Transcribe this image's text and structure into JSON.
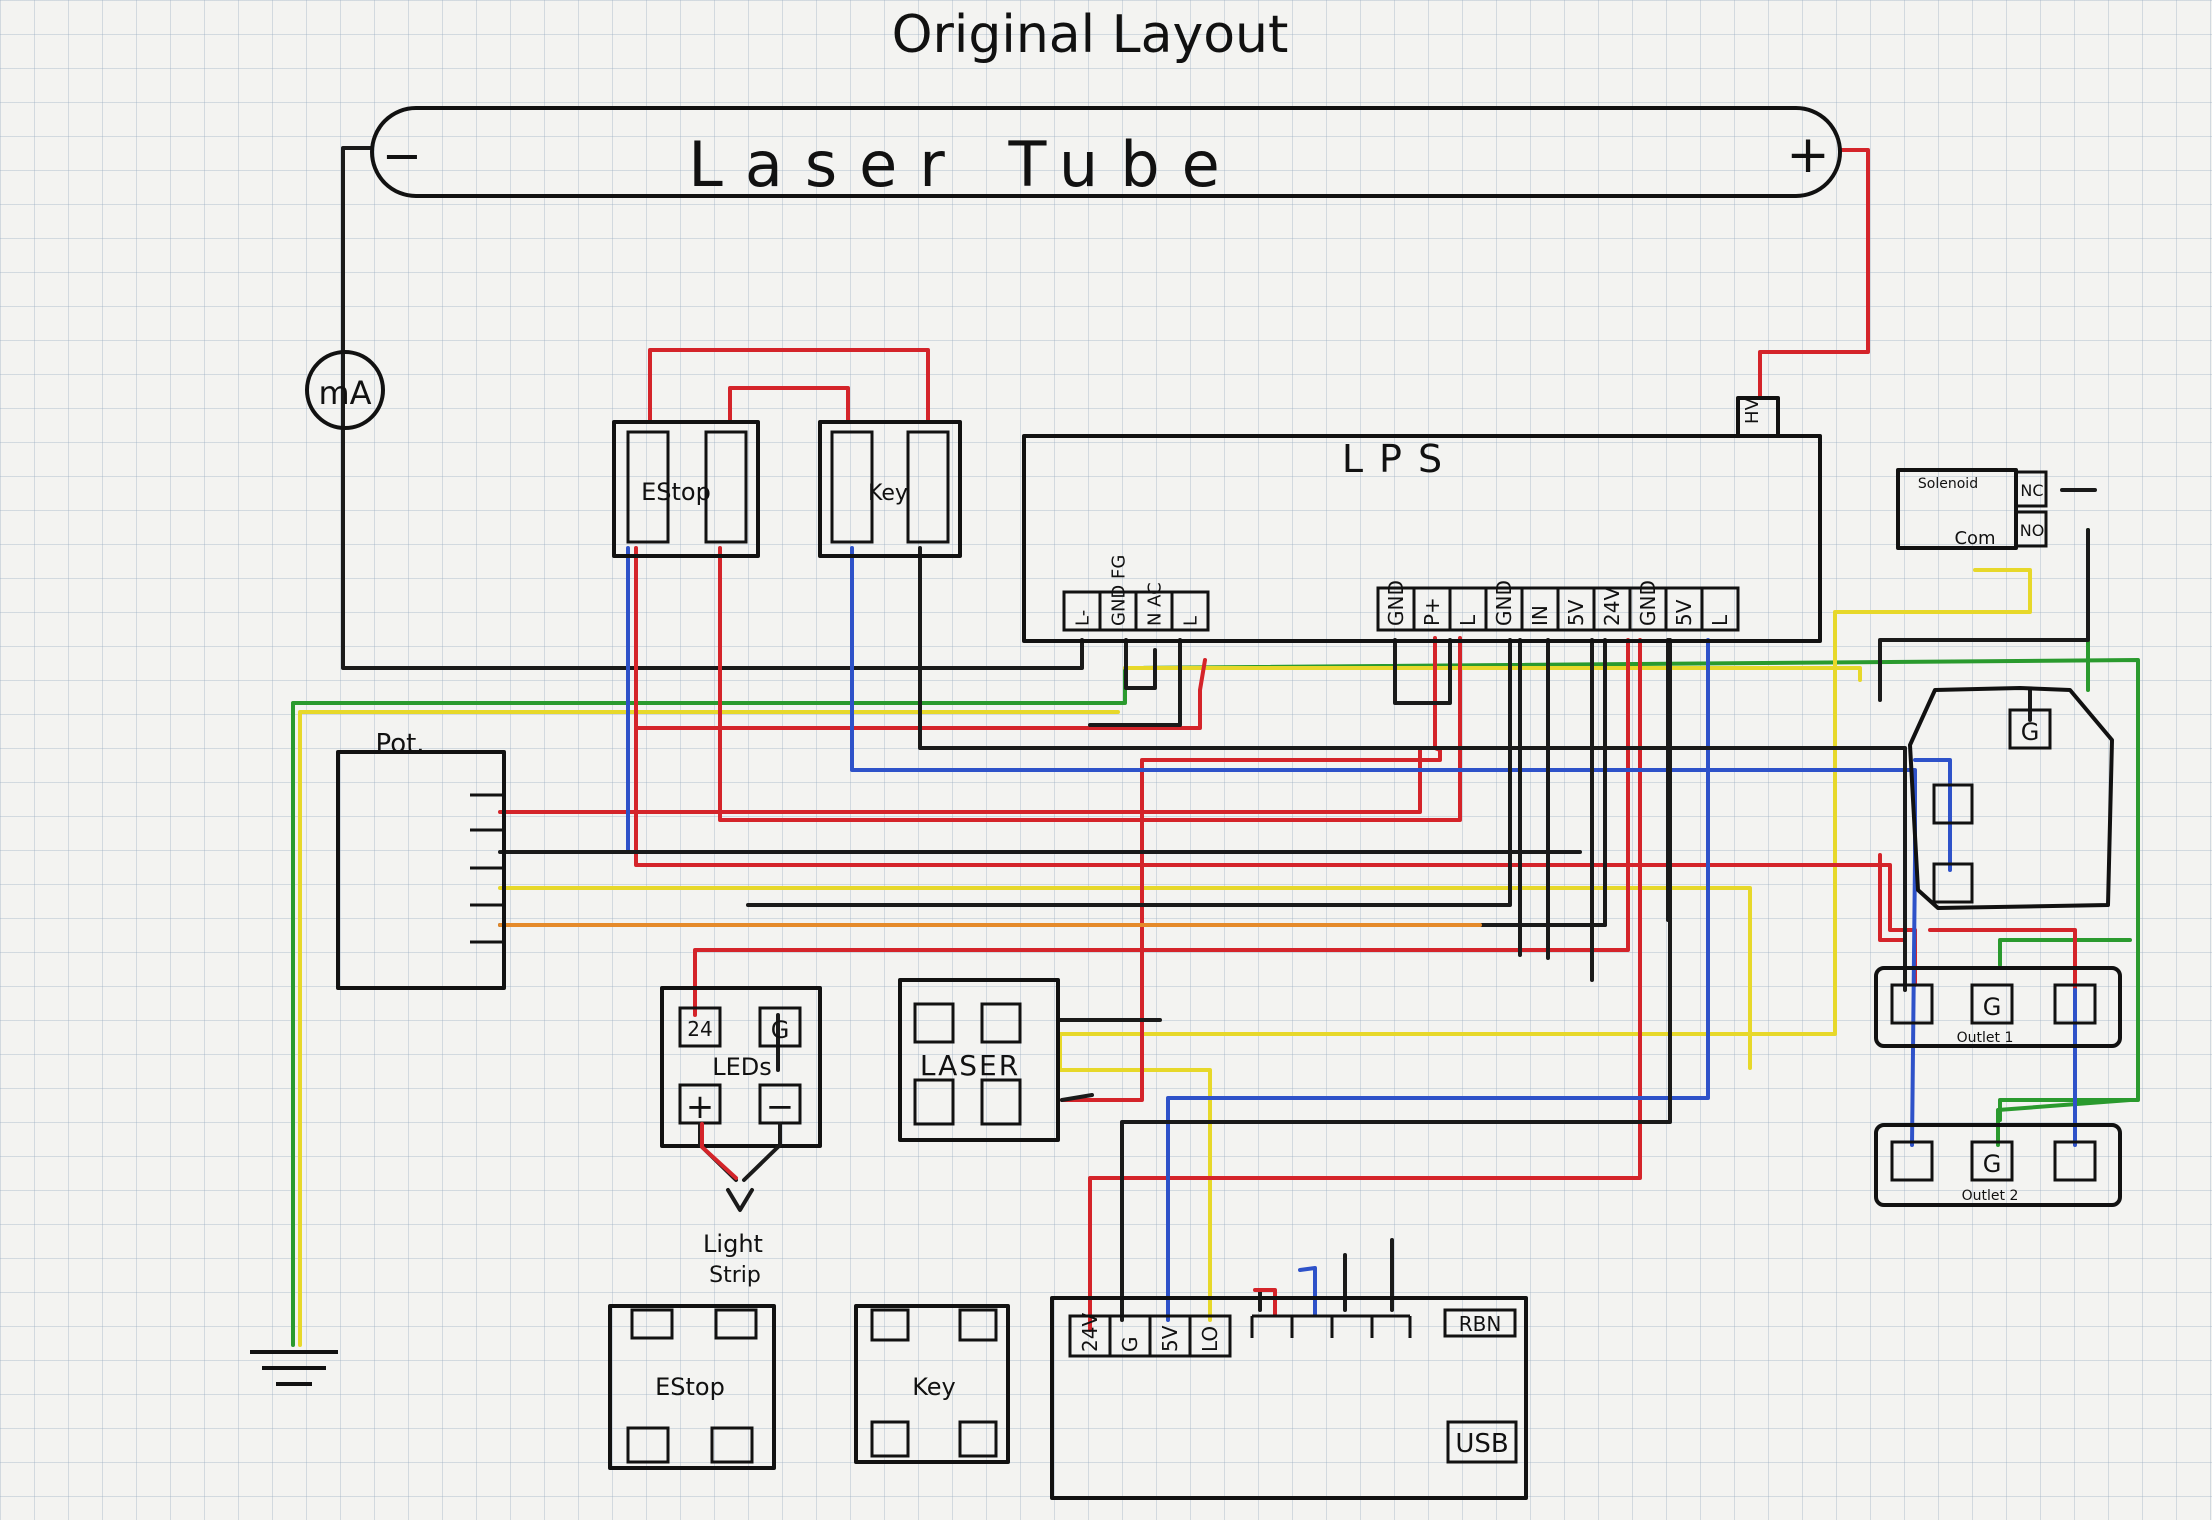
{
  "title": "Original Layout",
  "laser_tube": {
    "label": "Laser Tube",
    "minus": "−",
    "plus": "+"
  },
  "ammeter": {
    "label": "mA"
  },
  "lps": {
    "label": "LPS",
    "hv": "HV",
    "left_terminals": [
      "L-",
      "GND FG",
      "N AC",
      "L"
    ],
    "right_terminals": [
      "GND",
      "P+",
      "L",
      "GND",
      "IN",
      "5V",
      "24V",
      "GND",
      "5V",
      "L"
    ]
  },
  "estop_top": {
    "label": "EStop"
  },
  "key_top": {
    "label": "Key"
  },
  "pot": {
    "label": "Pot."
  },
  "solenoid": {
    "label": "Solenoid",
    "nc": "NC",
    "no": "NO",
    "com": "Com"
  },
  "plug": {
    "g": "G"
  },
  "outlet1": {
    "label": "Outlet 1",
    "g": "G"
  },
  "outlet2": {
    "label": "Outlet 2",
    "g": "G"
  },
  "leds": {
    "label": "LEDs",
    "v24": "24",
    "g": "G",
    "plus": "+",
    "minus": "−"
  },
  "light_strip": {
    "line1": "Light",
    "line2": "Strip"
  },
  "laser": {
    "label": "LASER"
  },
  "estop_bottom": {
    "label": "EStop"
  },
  "key_bottom": {
    "label": "Key"
  },
  "controller": {
    "terminals": [
      "24V",
      "G",
      "5V",
      "LO"
    ],
    "rbn": "RBN",
    "usb": "USB"
  },
  "colors": {
    "red": "#d4242a",
    "blue": "#2e52c9",
    "yellow": "#e7d82a",
    "green": "#2a9a2e",
    "black": "#1a1a1a",
    "orange": "#e58a2a"
  }
}
